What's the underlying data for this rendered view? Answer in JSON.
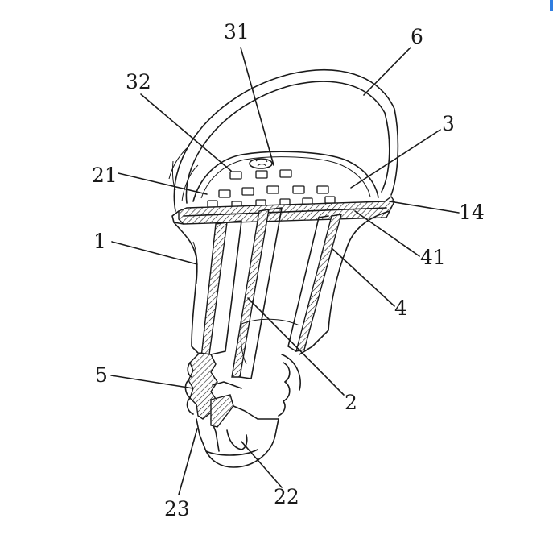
{
  "colors": {
    "ink": "#1a1a1a",
    "background": "#ffffff",
    "edge_accent": "#2f7de1"
  },
  "labels": {
    "l31": "31",
    "l6": "6",
    "l32": "32",
    "l3": "3",
    "l21": "21",
    "l14": "14",
    "l1": "1",
    "l41": "41",
    "l4": "4",
    "l5": "5",
    "l2": "2",
    "l23": "23",
    "l22": "22"
  }
}
